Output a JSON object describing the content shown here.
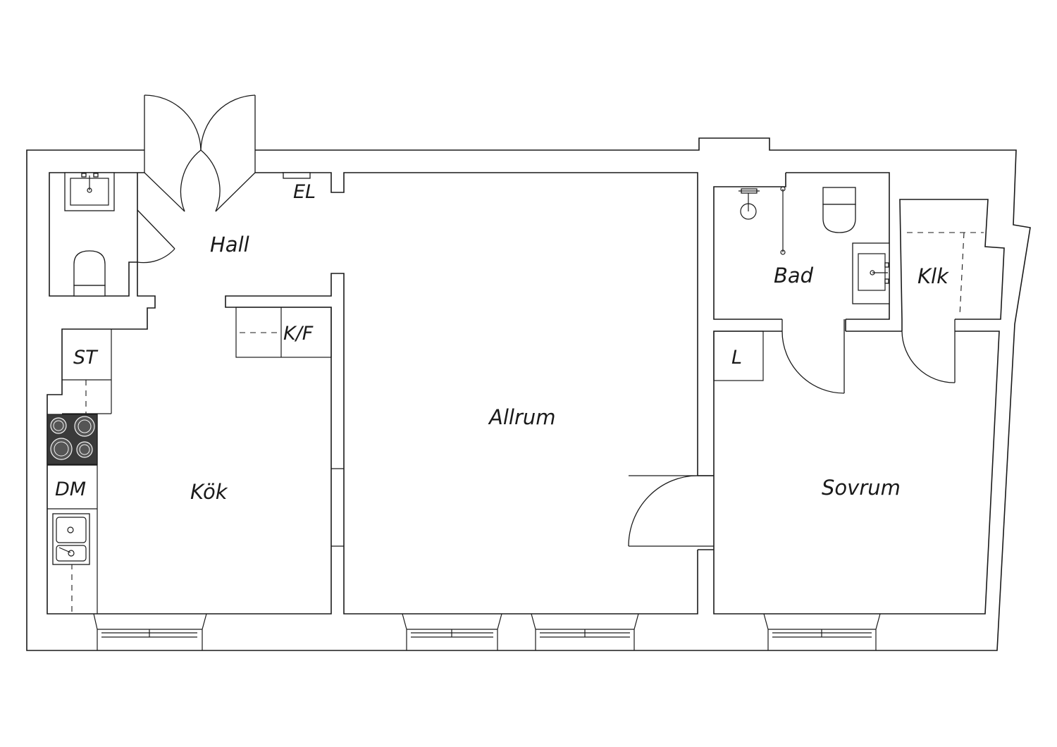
{
  "rooms": {
    "hall": "Hall",
    "el": "EL",
    "kf": "K/F",
    "st": "ST",
    "dm": "DM",
    "kok": "Kök",
    "allrum": "Allrum",
    "bad": "Bad",
    "klk": "Klk",
    "l": "L",
    "sovrum": "Sovrum"
  },
  "colors": {
    "line": "#1a1a1a",
    "stove": "#3a3a3a",
    "background": "#ffffff"
  }
}
